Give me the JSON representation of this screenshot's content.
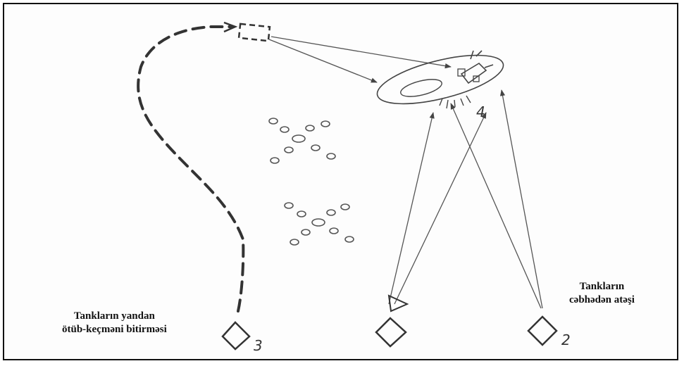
{
  "captions": {
    "flank_line1": "Tankların yandan",
    "flank_line2": "ötüb-keçməni bitirməsi",
    "front_line1": "Tankların",
    "front_line2": "cəbhədən atəşi"
  },
  "labels": {
    "tank_3": "3",
    "tank_2": "2",
    "target": "4"
  },
  "colors": {
    "ink": "#333333",
    "border": "#111111"
  }
}
